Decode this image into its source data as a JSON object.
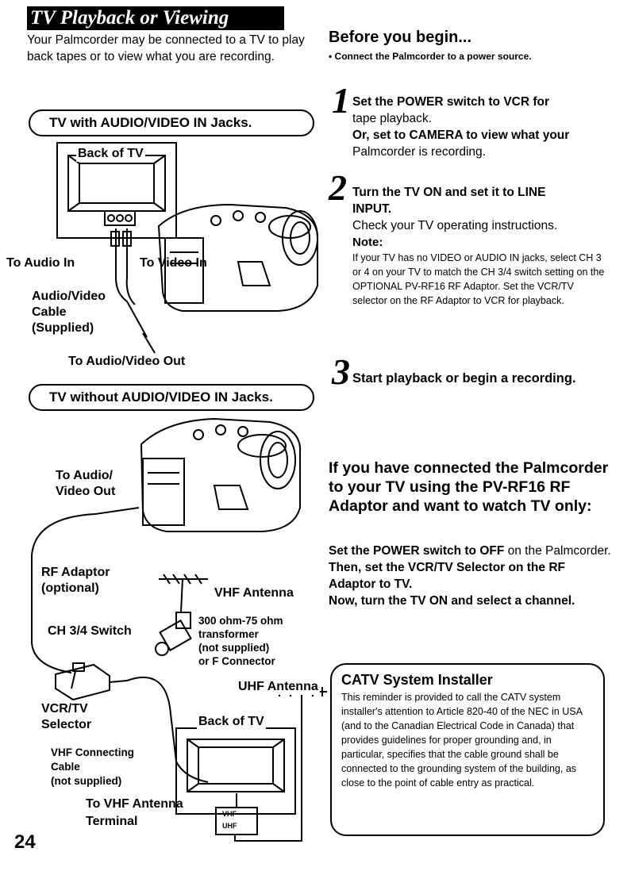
{
  "header": {
    "title": "TV Playback or Viewing"
  },
  "intro": "Your Palmcorder may be connected to a TV to play back tapes or to view what you are recording.",
  "section1": {
    "heading": "TV with AUDIO/VIDEO IN Jacks.",
    "labels": {
      "back_of_tv": "Back of TV",
      "to_audio_in": "To Audio In",
      "to_video_in": "To Video In",
      "cable_1": "Audio/Video",
      "cable_2": "Cable",
      "cable_3": "(Supplied)",
      "to_av_out": "To Audio/Video Out"
    }
  },
  "section2": {
    "heading": "TV without AUDIO/VIDEO IN Jacks.",
    "labels": {
      "to_av_out_1": "To Audio/",
      "to_av_out_2": "Video Out",
      "rf_adaptor_1": "RF Adaptor",
      "rf_adaptor_2": "(optional)",
      "vhf_antenna": "VHF Antenna",
      "ch34_switch": "CH 3/4 Switch",
      "transformer_1": "300 ohm-75 ohm",
      "transformer_2": "transformer",
      "transformer_3": "(not supplied)",
      "transformer_4": "or F Connector",
      "uhf_antenna": "UHF Antenna",
      "vcr_tv_1": "VCR/TV",
      "vcr_tv_2": "Selector",
      "back_of_tv": "Back of TV",
      "vhf_cable_1": "VHF Connecting",
      "vhf_cable_2": "Cable",
      "vhf_cable_3": "(not supplied)",
      "to_vhf_1": "To VHF Antenna",
      "to_vhf_2": "Terminal",
      "vhf_tag": "VHF",
      "uhf_tag": "UHF"
    }
  },
  "before": {
    "heading": "Before you begin...",
    "bullet": "• Connect the Palmcorder to a power source."
  },
  "steps": [
    {
      "num": "1",
      "line1": "Set the POWER switch to VCR for",
      "line2": "tape playback.",
      "line3": "Or, set to CAMERA to view what your",
      "line4": "Palmcorder is recording."
    },
    {
      "num": "2",
      "line1": "Turn the TV ON and set it to LINE",
      "line2": "INPUT.",
      "line3": "Check your TV operating instructions.",
      "note_title": "Note:",
      "note_body": "If your TV has no VIDEO or AUDIO IN jacks, select CH 3 or 4 on your TV to match the CH 3/4 switch setting on the OPTIONAL PV-RF16 RF Adaptor. Set the VCR/TV selector on the RF Adaptor to VCR for playback."
    },
    {
      "num": "3",
      "line1": "Start playback or begin a recording."
    }
  ],
  "rf_only": {
    "heading": "If you have connected the Palmcorder to your TV using the PV-RF16 RF Adaptor and want to watch TV only:",
    "p1a": "Set the POWER switch to OFF",
    "p1b": " on the Palmcorder.",
    "p2": "Then, set the VCR/TV Selector on the RF Adaptor to TV.",
    "p3": "Now, turn the TV ON and select a channel."
  },
  "catv": {
    "title": "CATV System Installer",
    "body": "This reminder is provided to call the CATV system installer's attention to Article 820-40 of the NEC in USA (and to the Canadian Electrical Code in Canada) that provides guidelines for proper grounding and, in particular, specifies that the cable ground shall be connected to the grounding system of the building, as close to the point of cable entry as practical."
  },
  "page_number": "24"
}
